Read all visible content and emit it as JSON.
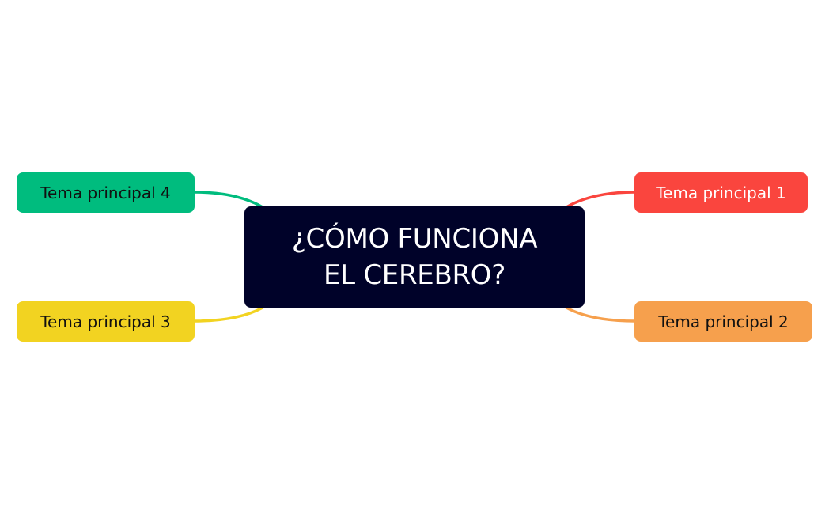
{
  "mindmap": {
    "central_topic": {
      "line1": "¿CÓMO FUNCIONA",
      "line2": "EL CEREBRO?",
      "background": "#000229",
      "text_color": "#ffffff"
    },
    "topics": [
      {
        "id": 1,
        "label": "Tema principal 1",
        "side": "right",
        "color": "#fa453e",
        "text_color": "#ffffff"
      },
      {
        "id": 2,
        "label": "Tema principal 2",
        "side": "right",
        "color": "#f6a04d",
        "text_color": "#111111"
      },
      {
        "id": 3,
        "label": "Tema principal 3",
        "side": "left",
        "color": "#f2d321",
        "text_color": "#111111"
      },
      {
        "id": 4,
        "label": "Tema principal 4",
        "side": "left",
        "color": "#00bc7e",
        "text_color": "#111111"
      }
    ]
  }
}
